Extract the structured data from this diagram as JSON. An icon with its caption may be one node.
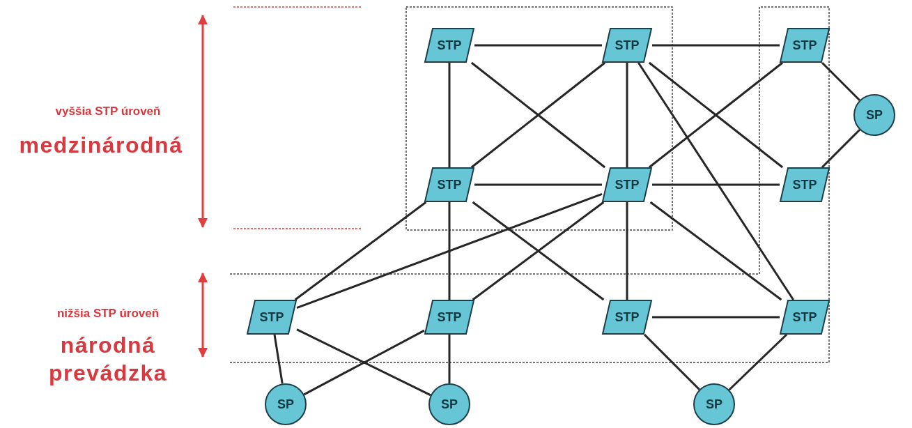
{
  "diagram": {
    "nodes": [
      {
        "text": [
          "STP"
        ]
      },
      {
        "text": [
          "STP"
        ]
      },
      {
        "text": [
          "STP"
        ]
      },
      {
        "text": [
          "SP"
        ]
      },
      {
        "text": [
          "STP"
        ]
      },
      {
        "text": [
          "STP"
        ]
      },
      {
        "text": [
          "STP"
        ]
      },
      {
        "text": [
          "STP"
        ]
      },
      {
        "text": [
          "STP"
        ]
      },
      {
        "text": [
          "STP"
        ]
      },
      {
        "text": [
          "STP"
        ]
      },
      {
        "text": [
          "SP"
        ]
      },
      {
        "text": [
          "SP"
        ]
      },
      {
        "text": [
          "SP"
        ]
      }
    ],
    "edges": [
      {
        "from": 0,
        "to": 1,
        "arrow": "none"
      },
      {
        "from": 0,
        "to": 4,
        "arrow": "none"
      },
      {
        "from": 0,
        "to": 5,
        "arrow": "none"
      },
      {
        "from": 1,
        "to": 2,
        "arrow": "none"
      },
      {
        "from": 1,
        "to": 4,
        "arrow": "none"
      },
      {
        "from": 1,
        "to": 5,
        "arrow": "none"
      },
      {
        "from": 1,
        "to": 6,
        "arrow": "none"
      },
      {
        "from": 1,
        "to": 10,
        "arrow": "none"
      },
      {
        "from": 2,
        "to": 5,
        "arrow": "none"
      },
      {
        "from": 2,
        "to": 3,
        "arrow": "none"
      },
      {
        "from": 6,
        "to": 3,
        "arrow": "none"
      },
      {
        "from": 4,
        "to": 5,
        "arrow": "none"
      },
      {
        "from": 5,
        "to": 6,
        "arrow": "none"
      },
      {
        "from": 4,
        "to": 7,
        "arrow": "none"
      },
      {
        "from": 4,
        "to": 8,
        "arrow": "none"
      },
      {
        "from": 4,
        "to": 9,
        "arrow": "none"
      },
      {
        "from": 5,
        "to": 7,
        "arrow": "none"
      },
      {
        "from": 5,
        "to": 8,
        "arrow": "none"
      },
      {
        "from": 5,
        "to": 9,
        "arrow": "none"
      },
      {
        "from": 5,
        "to": 10,
        "arrow": "none"
      },
      {
        "from": 9,
        "to": 10,
        "arrow": "none"
      },
      {
        "from": 7,
        "to": 11,
        "arrow": "none"
      },
      {
        "from": 7,
        "to": 12,
        "arrow": "none"
      },
      {
        "from": 8,
        "to": 11,
        "arrow": "none"
      },
      {
        "from": 8,
        "to": 12,
        "arrow": "none"
      },
      {
        "from": 9,
        "to": 13,
        "arrow": "none"
      },
      {
        "from": 10,
        "to": 13,
        "arrow": "none"
      }
    ],
    "labels": [
      "vyššia STP úroveň",
      "medzinárodná",
      "nižšia STP úroveň",
      "národná prevádzka"
    ]
  }
}
